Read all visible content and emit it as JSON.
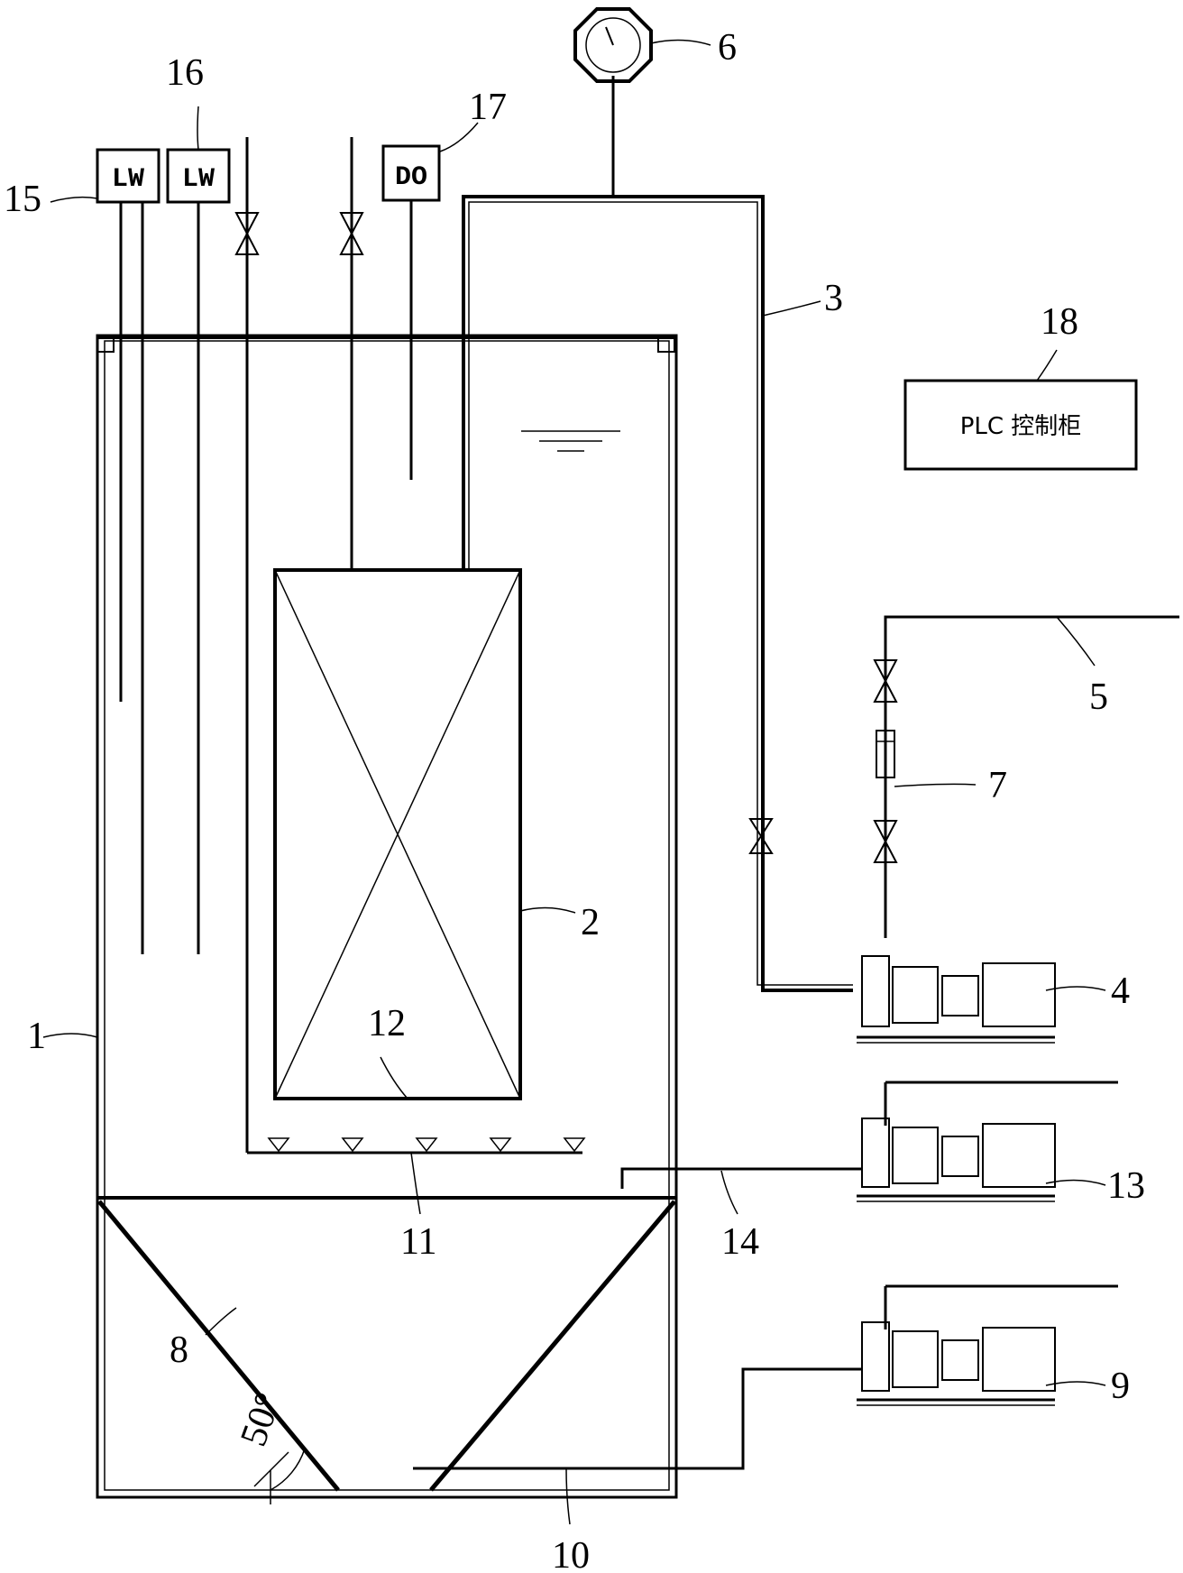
{
  "labels": {
    "n1": "1",
    "n2": "2",
    "n3": "3",
    "n4": "4",
    "n5": "5",
    "n6": "6",
    "n7": "7",
    "n8": "8",
    "n9": "9",
    "n10": "10",
    "n11": "11",
    "n12": "12",
    "n13": "13",
    "n14": "14",
    "n15": "15",
    "n16": "16",
    "n17": "17",
    "n18": "18"
  },
  "instruments": {
    "lw1": "LW",
    "lw2": "LW",
    "do": "DO"
  },
  "plc_cabinet": "PLC 控制柜",
  "angle": "50°"
}
